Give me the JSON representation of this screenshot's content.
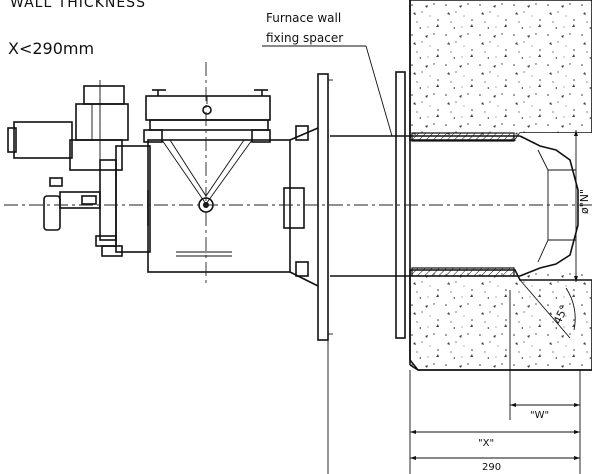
{
  "title": {
    "line1": "WALL THICKNESS",
    "line2": "X<290mm"
  },
  "callout": {
    "line1": "Furnace wall",
    "line2": "fixing spacer"
  },
  "dimensions": {
    "n": "ø\"N\"",
    "angle": "45°",
    "w": "\"W\"",
    "x": "\"X\"",
    "wall": "290"
  }
}
